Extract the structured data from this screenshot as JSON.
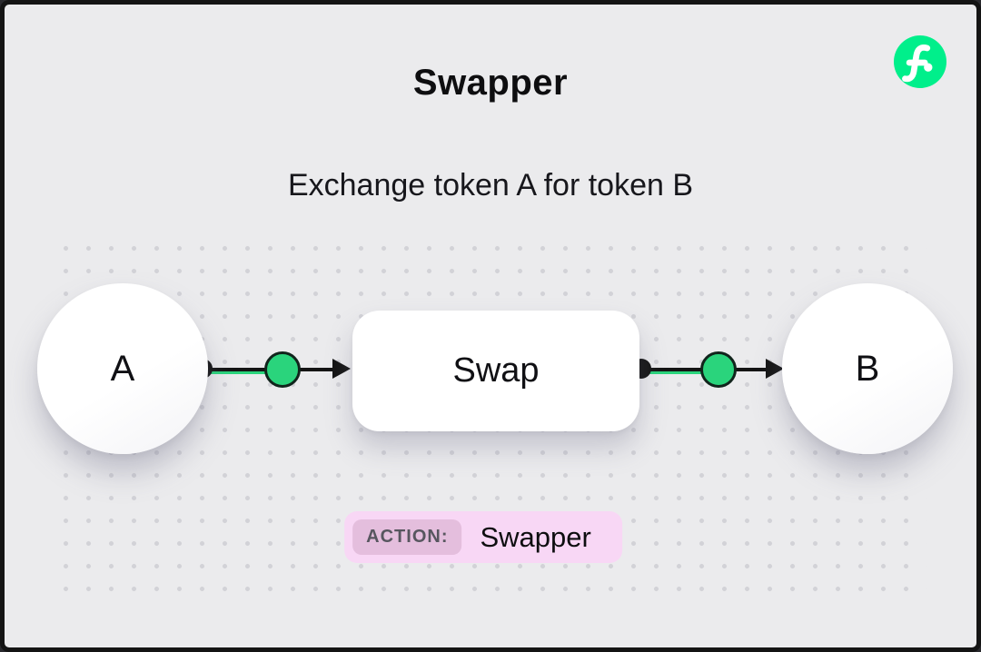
{
  "header": {
    "title": "Swapper",
    "subtitle": "Exchange token A for token B"
  },
  "logo": {
    "name": "flow-logo",
    "color": "#00EF8B"
  },
  "diagram": {
    "node_a_label": "A",
    "swap_label": "Swap",
    "node_b_label": "B"
  },
  "action_badge": {
    "label": "ACTION:",
    "value": "Swapper"
  },
  "colors": {
    "background": "#EBEBED",
    "frame_border": "#141414",
    "accent_green": "#2AD47C",
    "logo_green": "#00EF8B",
    "badge_bg": "#F8D7F5",
    "badge_label_bg": "#E4BEDD",
    "line": "#141414",
    "dot_grid": "#D2D2D7"
  }
}
